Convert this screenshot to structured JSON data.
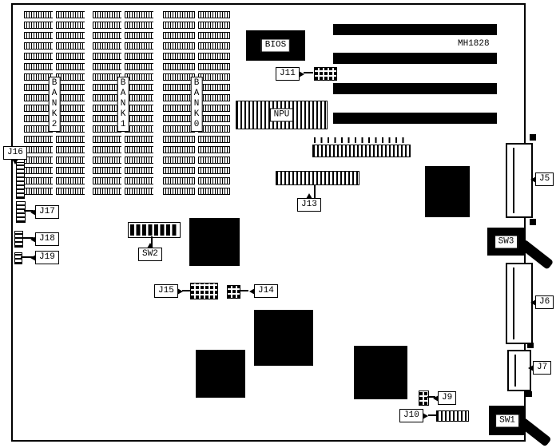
{
  "board": {
    "model": "MH1828",
    "banks": {
      "bank2": "B\nA\nN\nK\n2",
      "bank1": "B\nA\nN\nK\n1",
      "bank0": "B\nA\nN\nK\n0"
    },
    "chips": {
      "bios": "BIOS",
      "npu": "NPU"
    },
    "connectors": {
      "j5": "J5",
      "j6": "J6",
      "j7": "J7",
      "j9": "J9",
      "j10": "J10",
      "j11": "J11",
      "j13": "J13",
      "j14": "J14",
      "j15": "J15",
      "j16": "J16",
      "j17": "J17",
      "j18": "J18",
      "j19": "J19"
    },
    "switches": {
      "sw1": "SW1",
      "sw2": "SW2",
      "sw3": "SW3"
    },
    "colors": {
      "ink": "#000000",
      "paper": "#ffffff"
    }
  }
}
